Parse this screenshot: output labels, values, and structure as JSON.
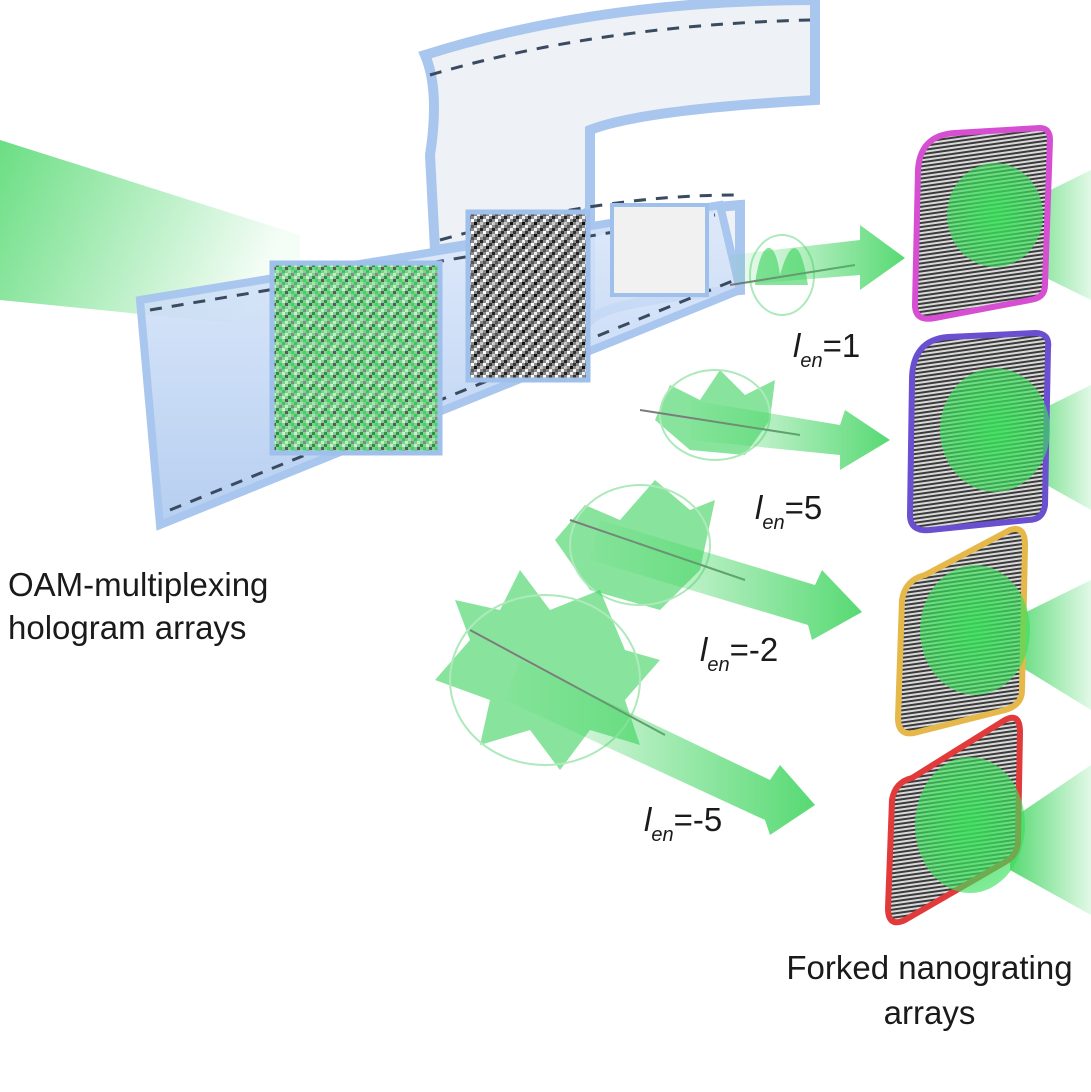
{
  "labels": {
    "hologram_line1": "OAM-multiplexing",
    "hologram_line2": "hologram arrays",
    "nanograting_line1": "Forked nanograting",
    "nanograting_line2": "arrays"
  },
  "oam_symbol": "l",
  "oam_subscript": "en",
  "oam_modes": [
    {
      "value": "=1",
      "frame_color": "#d64fd3"
    },
    {
      "value": "=5",
      "frame_color": "#6a4fd0"
    },
    {
      "value": "=-2",
      "frame_color": "#e6b84a"
    },
    {
      "value": "=-5",
      "frame_color": "#e23a3a"
    }
  ],
  "colors": {
    "beam_green": "#39d35a",
    "film_blue": "#a9c6ee",
    "film_gray": "#e6e8ec",
    "grating_dark": "#3b3b3b"
  }
}
